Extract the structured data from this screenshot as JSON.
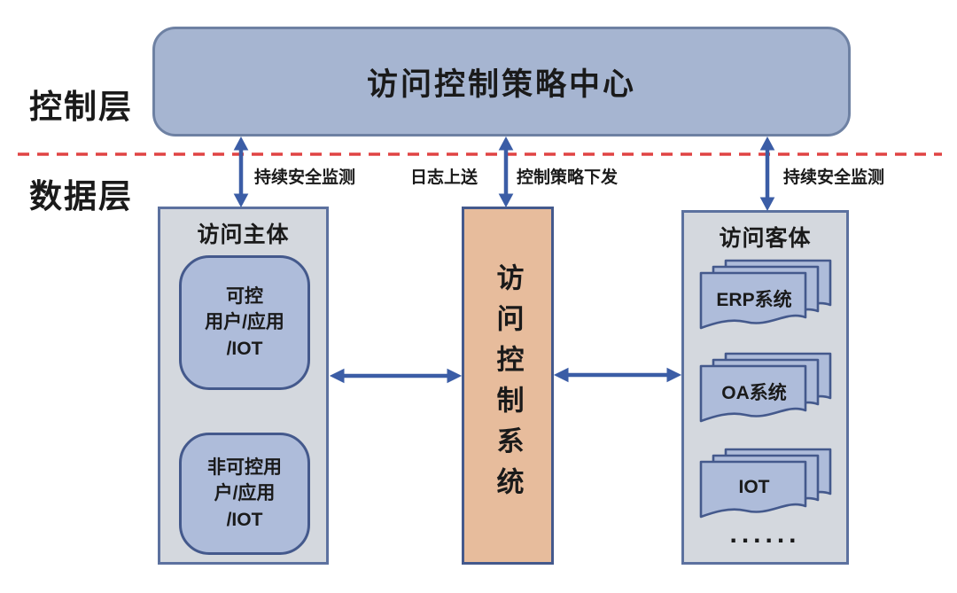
{
  "colors": {
    "accent-blue-box": "#a6b5d1",
    "top-border": "#6e81a3",
    "panel-gray": "#d4d8de",
    "panel-border": "#5c719f",
    "inner-blue": "#aebcda",
    "border-blue": "#44598c",
    "orange-box": "#e7bc9c",
    "arrow-blue": "#3b5da6",
    "dashed-red": "#e04343",
    "text-dark": "#1a1a1a"
  },
  "layers": {
    "control_label": "控制层",
    "data_label": "数据层"
  },
  "top_box": {
    "title": "访问控制策略中心"
  },
  "arrow_labels": {
    "left": "持续安全监测",
    "middle_left": "日志上送",
    "middle_right": "控制策略下发",
    "right": "持续安全监测"
  },
  "left_panel": {
    "title": "访问主体",
    "boxes": [
      {
        "lines": [
          "可控",
          "用户/应用",
          "/IOT"
        ]
      },
      {
        "lines": [
          "非可控用",
          "户/应用",
          "/IOT"
        ]
      }
    ]
  },
  "center_box": {
    "title": "访问控制系统"
  },
  "right_panel": {
    "title": "访问客体",
    "stacks": [
      {
        "label": "ERP系统"
      },
      {
        "label": "OA系统"
      },
      {
        "label": "IOT"
      }
    ],
    "ellipsis": "......"
  }
}
